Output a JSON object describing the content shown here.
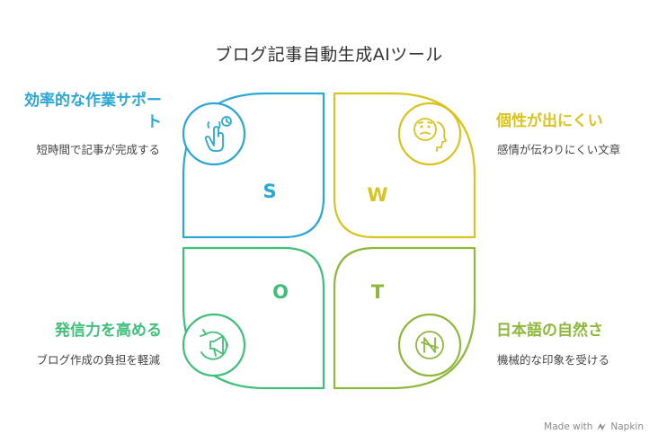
{
  "title": "ブログ記事自動生成AIツール",
  "quadrants": {
    "s": {
      "letter": "S",
      "heading": "効率的な作業サポート",
      "description": "短時間で記事が完成する",
      "icon": "hand-tap-clock-icon",
      "color": "#2aa7d6"
    },
    "w": {
      "letter": "W",
      "heading": "個性が出にくい",
      "description": "感情が伝わりにくい文章",
      "icon": "confused-face-head-icon",
      "color": "#d9c31e"
    },
    "o": {
      "letter": "O",
      "heading": "発信力を高める",
      "description": "ブログ作成の負担を軽減",
      "icon": "megaphone-refresh-icon",
      "color": "#3fbf7a"
    },
    "t": {
      "letter": "T",
      "heading": "日本語の自然さ",
      "description": "機械的な印象を受ける",
      "icon": "letter-n-circle-icon",
      "color": "#8db83a"
    }
  },
  "footer": {
    "made_with": "Made with",
    "brand": "Napkin"
  }
}
